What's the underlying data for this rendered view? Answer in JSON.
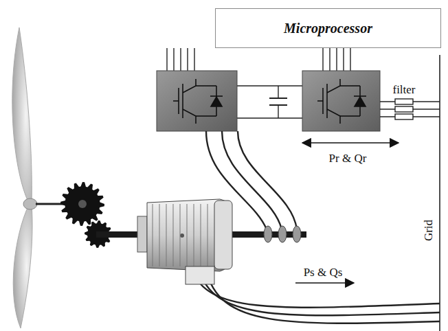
{
  "diagram": {
    "nodes": [
      {
        "text": [
          "Microprocessor"
        ]
      }
    ],
    "labels": [
      "filter",
      "Pr & Qr",
      "Grid",
      "Ps & Qs"
    ]
  }
}
